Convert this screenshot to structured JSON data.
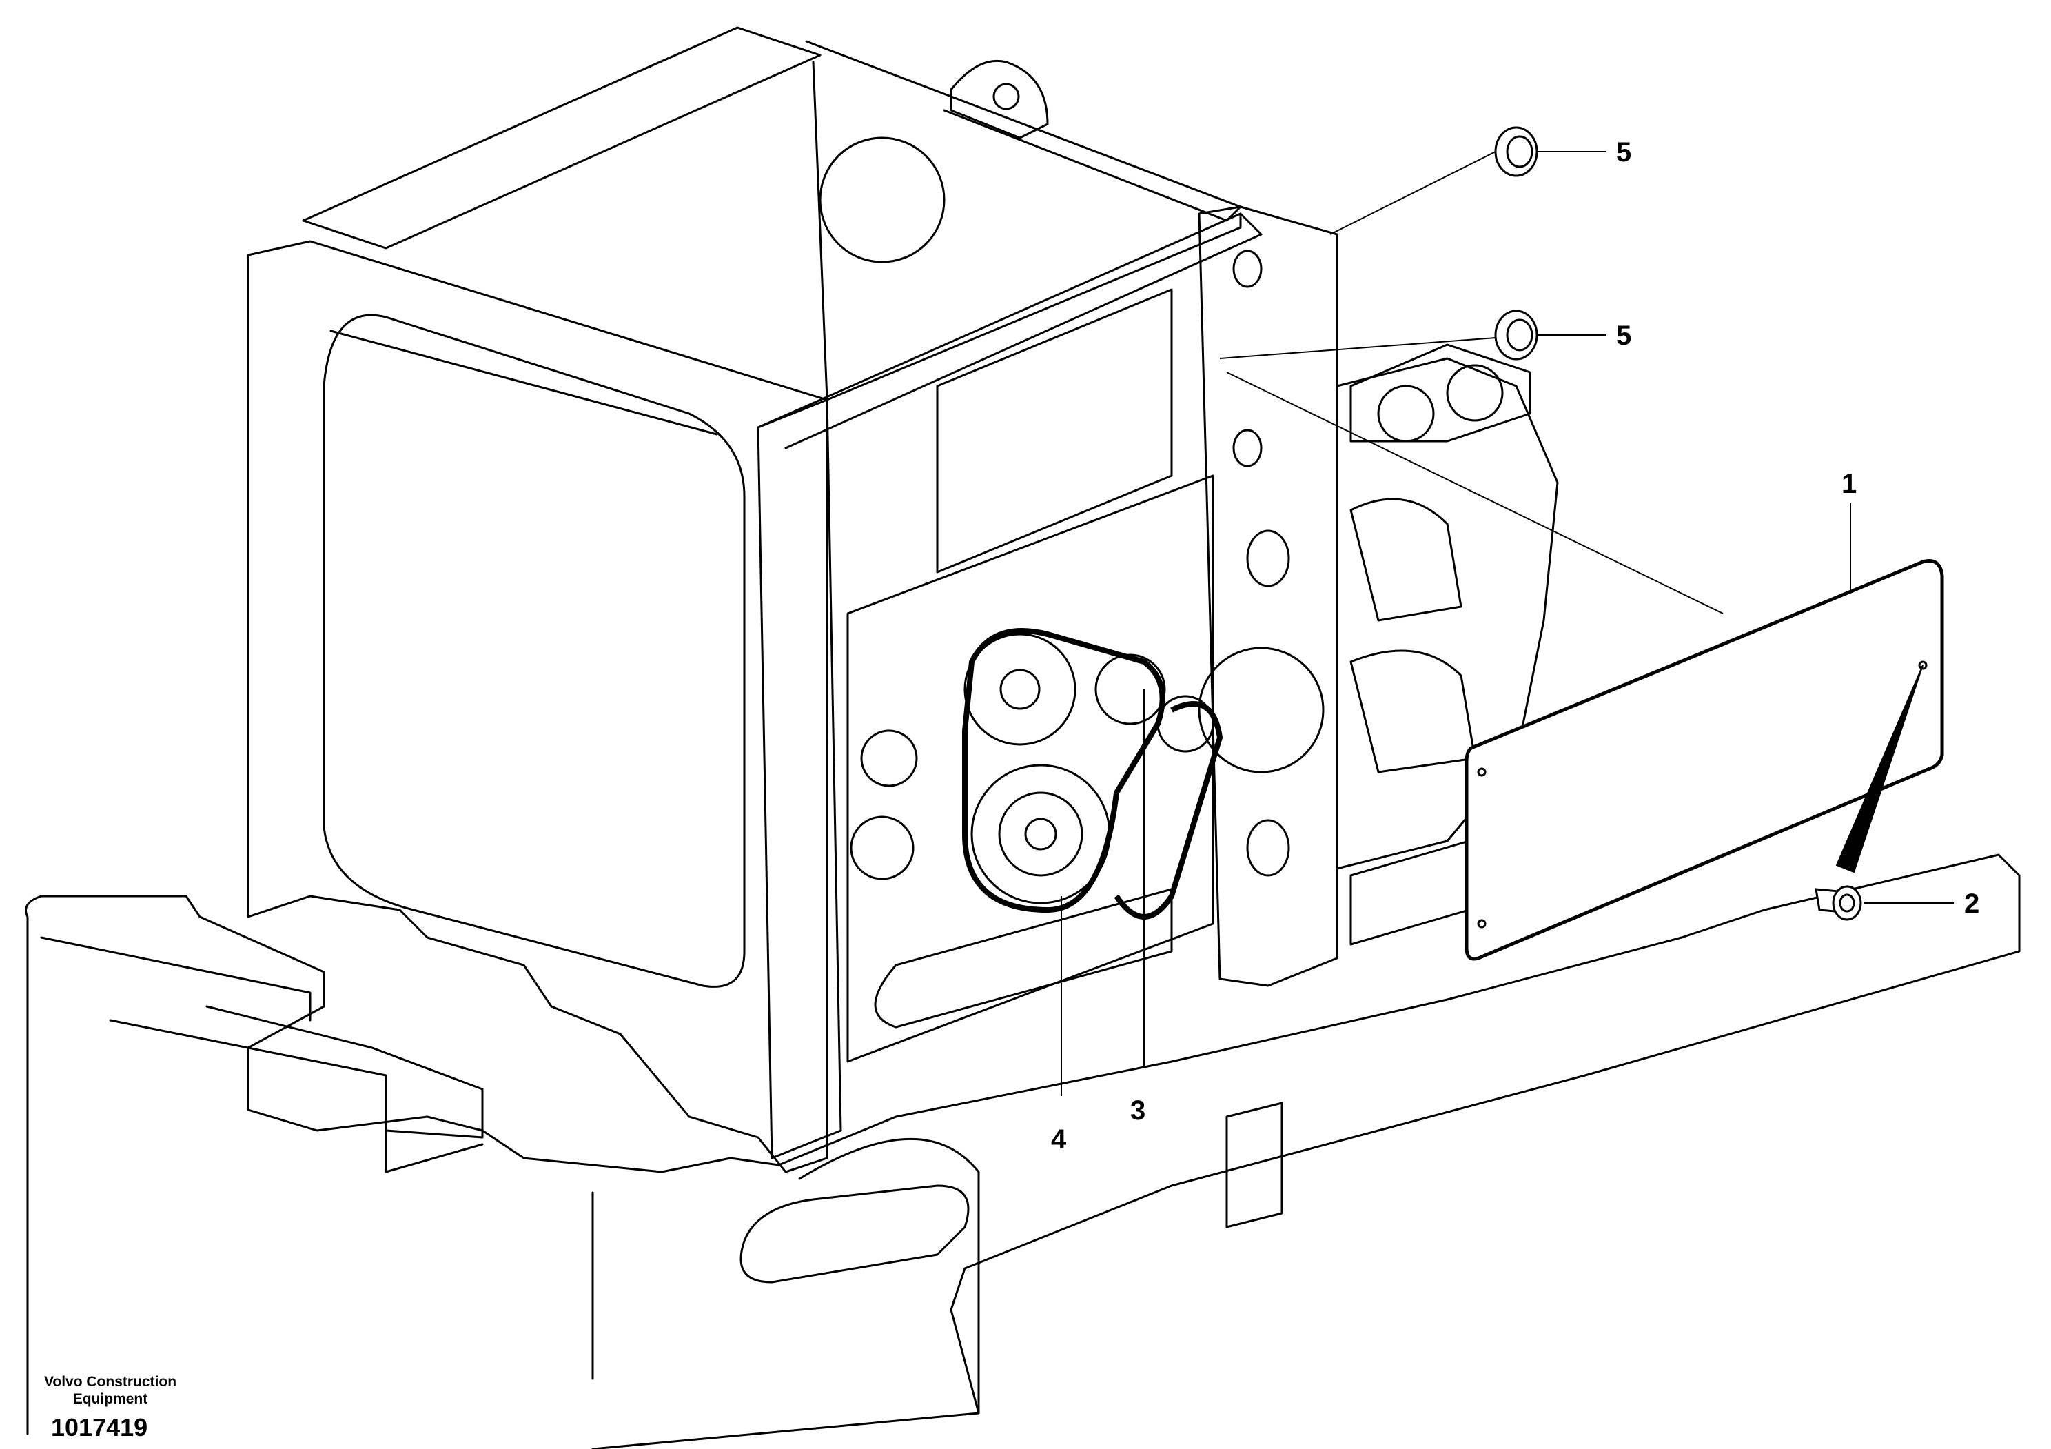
{
  "diagram": {
    "callouts": [
      {
        "id": "callout-5-top",
        "label": "5"
      },
      {
        "id": "callout-5-middle",
        "label": "5"
      },
      {
        "id": "callout-1",
        "label": "1"
      },
      {
        "id": "callout-2",
        "label": "2"
      },
      {
        "id": "callout-3",
        "label": "3"
      },
      {
        "id": "callout-4",
        "label": "4"
      }
    ]
  },
  "footer": {
    "company": "Volvo Construction Equipment",
    "drawing_number": "1017419"
  },
  "colors": {
    "line": "#000000",
    "background": "#ffffff"
  }
}
